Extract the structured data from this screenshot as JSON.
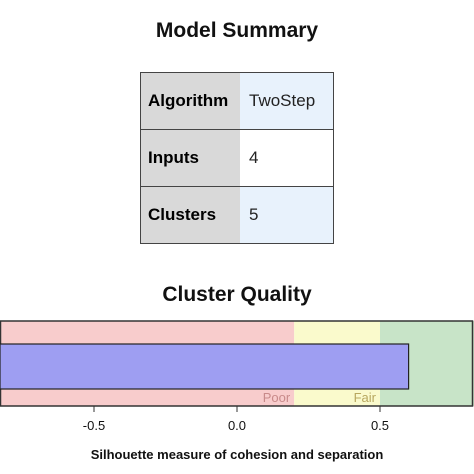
{
  "model_summary": {
    "title": "Model Summary",
    "rows": [
      {
        "label": "Algorithm",
        "value": "TwoStep"
      },
      {
        "label": "Inputs",
        "value": "4"
      },
      {
        "label": "Clusters",
        "value": "5"
      }
    ],
    "colors": {
      "label_bg": "#d9d9d9",
      "value_bg_alt": "#e8f2fc",
      "value_bg_plain": "#ffffff"
    }
  },
  "chart_data": {
    "type": "bar",
    "orientation": "horizontal",
    "title": "Cluster Quality",
    "xlabel": "Silhouette measure of cohesion and separation",
    "xlim": [
      -0.83,
      0.83
    ],
    "xticks": [
      -0.5,
      0.0,
      0.5
    ],
    "xtick_labels": [
      "-0.5",
      "0.0",
      "0.5"
    ],
    "bands": [
      {
        "from": -1.0,
        "to": 0.2,
        "label": "Poor",
        "color": "#f8cccc",
        "label_color": "#c88a8a"
      },
      {
        "from": 0.2,
        "to": 0.5,
        "label": "Fair",
        "color": "#fafacc",
        "label_color": "#b8a860"
      },
      {
        "from": 0.5,
        "to": 1.0,
        "label": "",
        "color": "#c8e4c8",
        "label_color": "#7fa07f"
      }
    ],
    "bar": {
      "value": 0.6,
      "color": "#9e9ef2"
    },
    "grid": false
  }
}
